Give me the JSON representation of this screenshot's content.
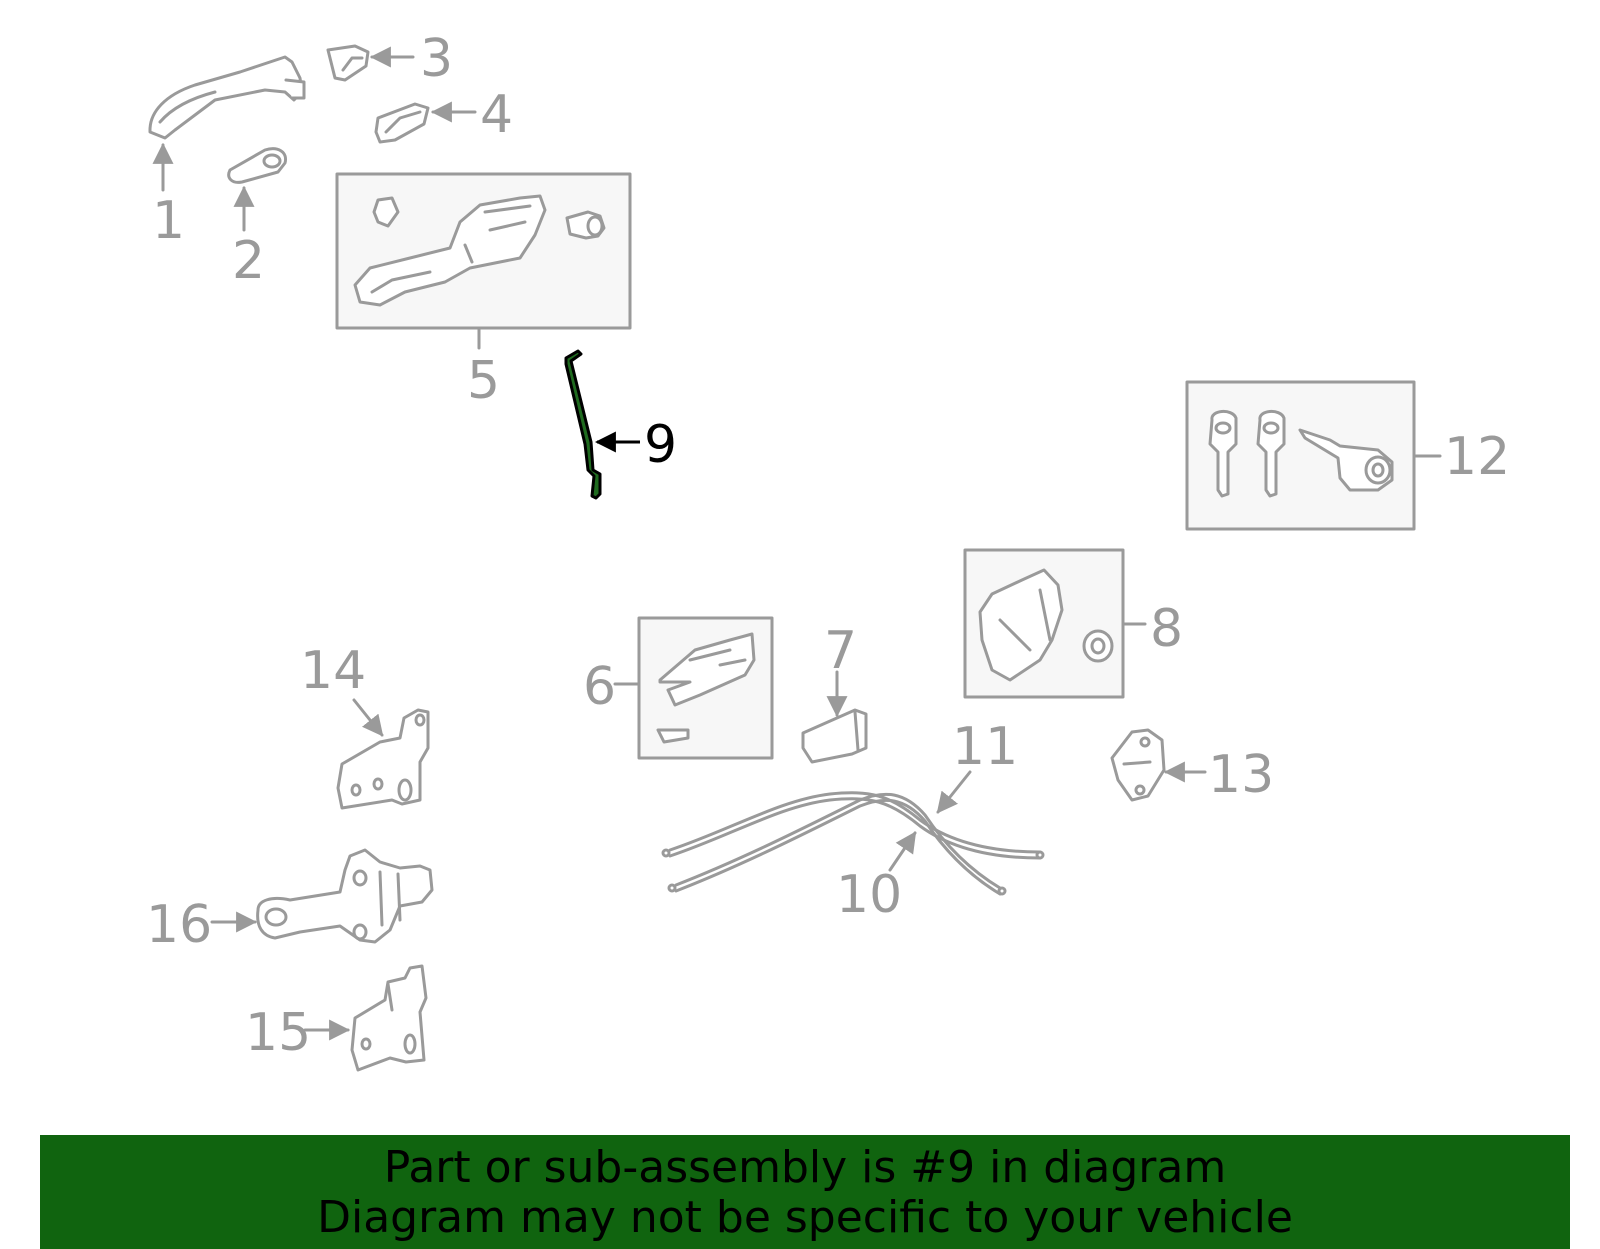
{
  "colors": {
    "part_stroke": "#9a9a9a",
    "part_fill": "#ffffff",
    "box_fill": "#f7f7f7",
    "label_gray": "#9a9a9a",
    "highlight_stroke": "#000000",
    "highlight_fill": "#1f6b1f",
    "banner_bg": "#10640f",
    "banner_text": "#000000"
  },
  "callouts": {
    "c1": "1",
    "c2": "2",
    "c3": "3",
    "c4": "4",
    "c5": "5",
    "c6": "6",
    "c7": "7",
    "c8": "8",
    "c9": "9",
    "c10": "10",
    "c11": "11",
    "c12": "12",
    "c13": "13",
    "c14": "14",
    "c15": "15",
    "c16": "16"
  },
  "highlighted_part": "9",
  "footer": {
    "line1": "Part or sub-assembly is #9 in diagram",
    "line2": "Diagram may not be specific to your vehicle"
  }
}
